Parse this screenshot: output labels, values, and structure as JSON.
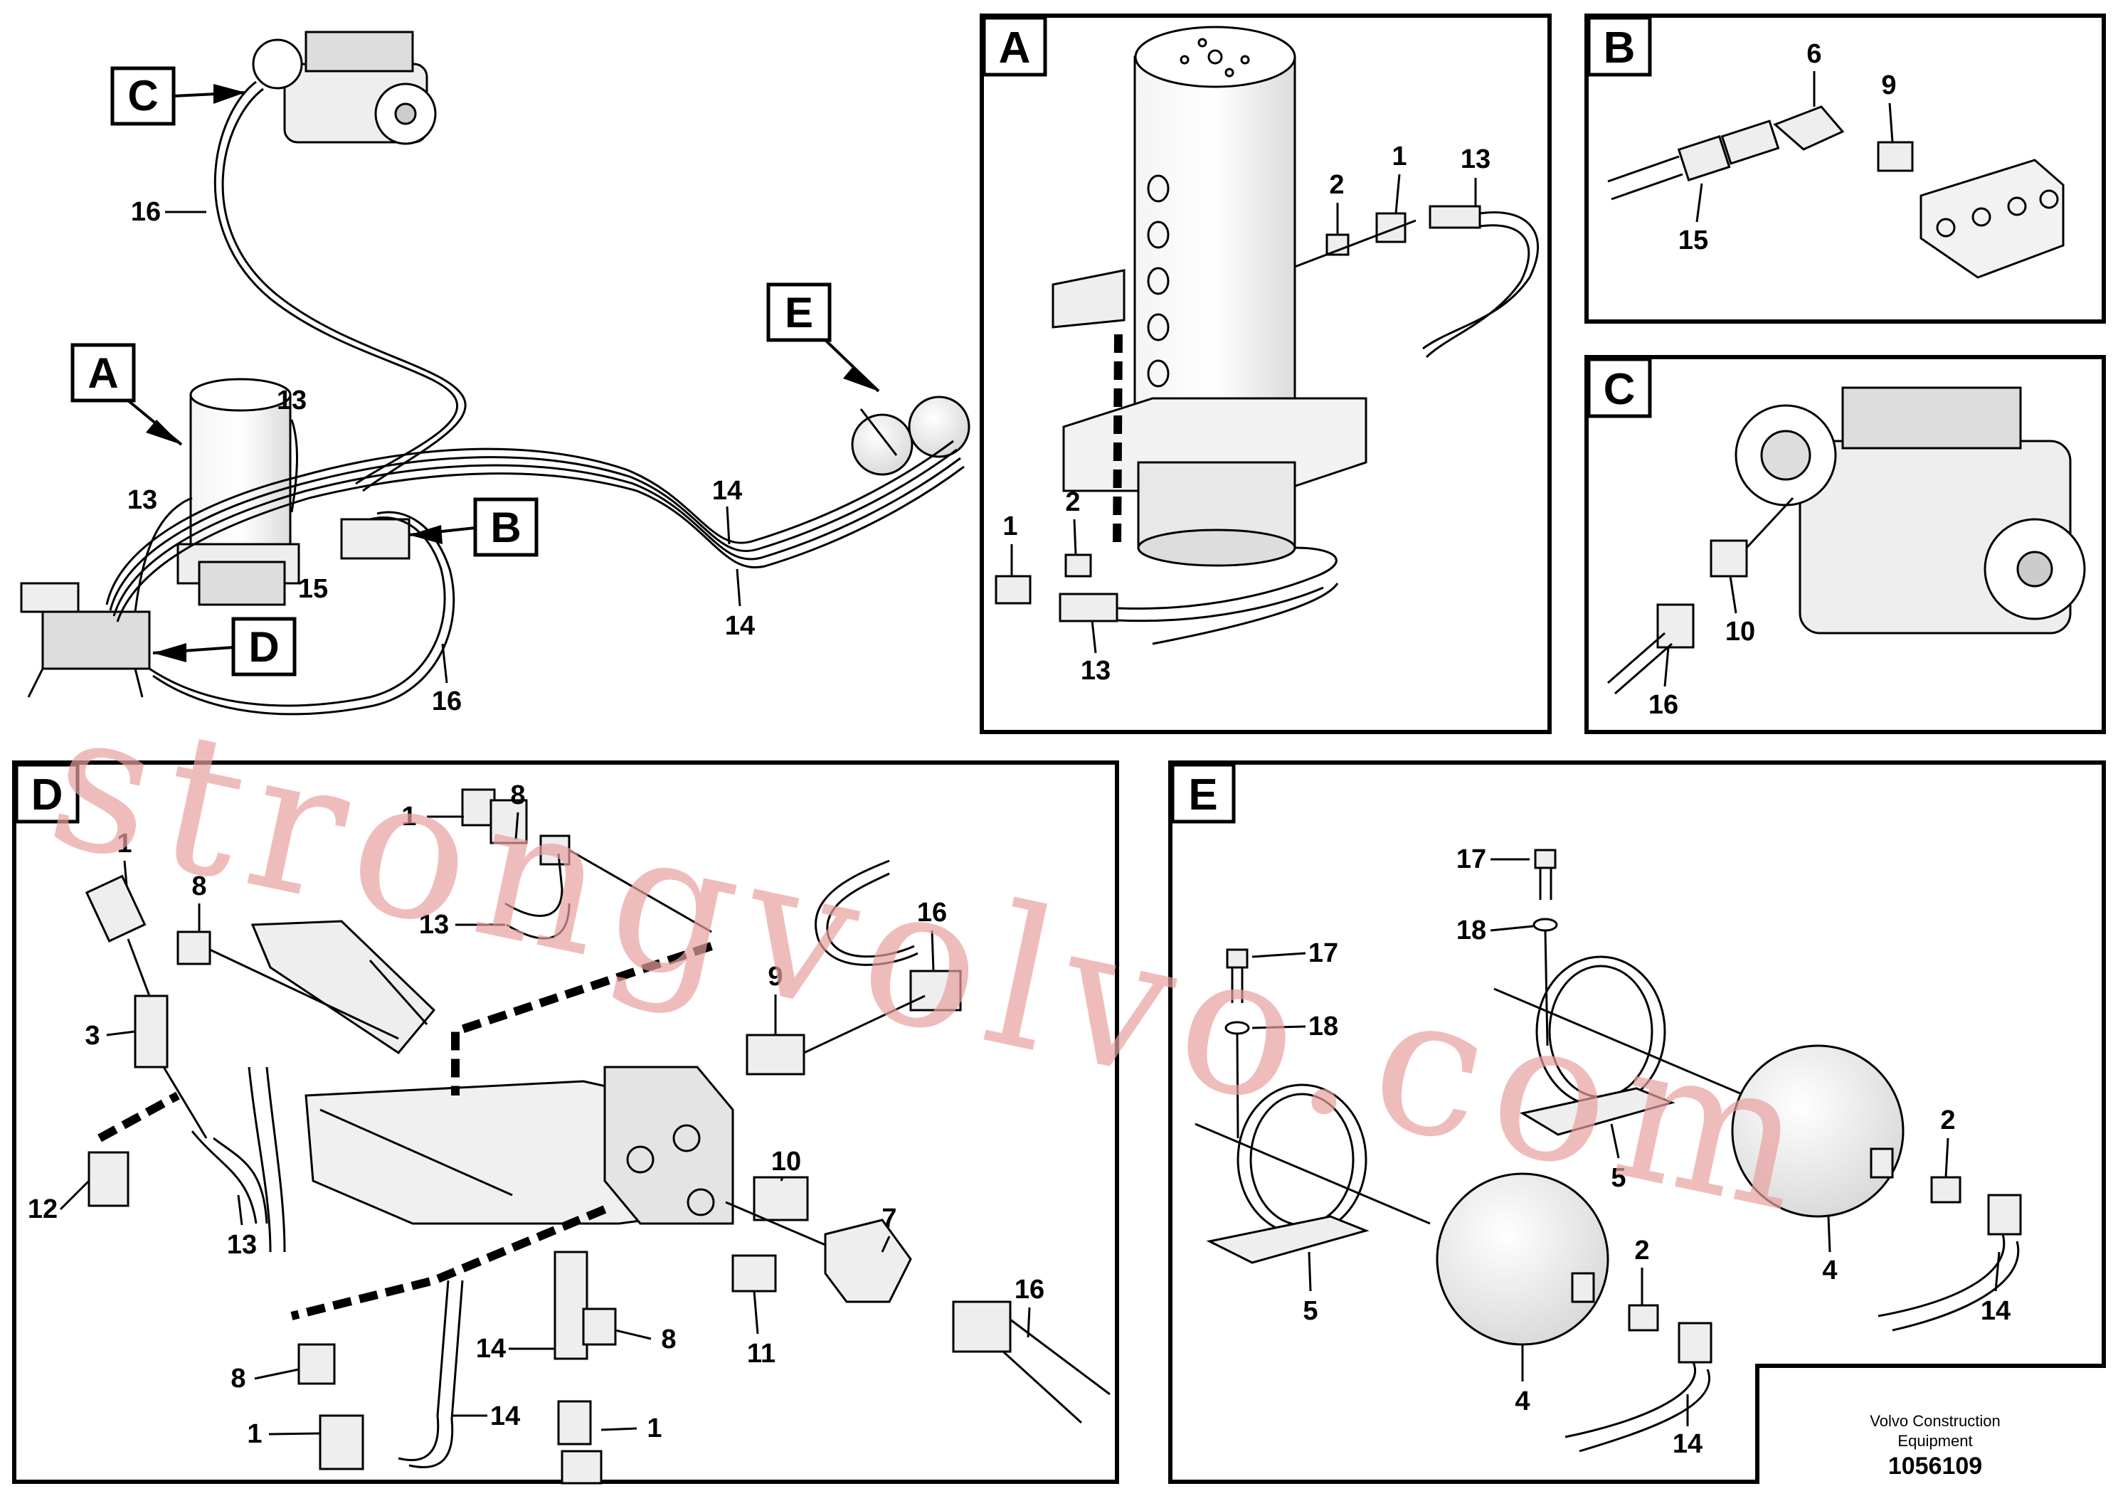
{
  "watermark": "strongvolvo.com",
  "footer": {
    "company_line1": "Volvo Construction",
    "company_line2": "Equipment",
    "drawing_number": "1056109"
  },
  "overview": {
    "callouts": [
      "C",
      "A",
      "B",
      "D",
      "E"
    ],
    "part_numbers": [
      "16",
      "13",
      "13",
      "15",
      "14",
      "14",
      "16"
    ]
  },
  "panels": [
    {
      "letter": "A",
      "parts": [
        "2",
        "1",
        "13",
        "1",
        "2",
        "13"
      ]
    },
    {
      "letter": "B",
      "parts": [
        "6",
        "9",
        "15"
      ]
    },
    {
      "letter": "C",
      "parts": [
        "10",
        "16"
      ]
    },
    {
      "letter": "D",
      "parts": [
        "1",
        "8",
        "1",
        "8",
        "13",
        "16",
        "9",
        "3",
        "12",
        "13",
        "10",
        "7",
        "11",
        "16",
        "14",
        "8",
        "8",
        "1",
        "14",
        "1"
      ]
    },
    {
      "letter": "E",
      "parts": [
        "17",
        "18",
        "17",
        "18",
        "5",
        "5",
        "2",
        "4",
        "14",
        "2",
        "4",
        "14"
      ]
    }
  ]
}
